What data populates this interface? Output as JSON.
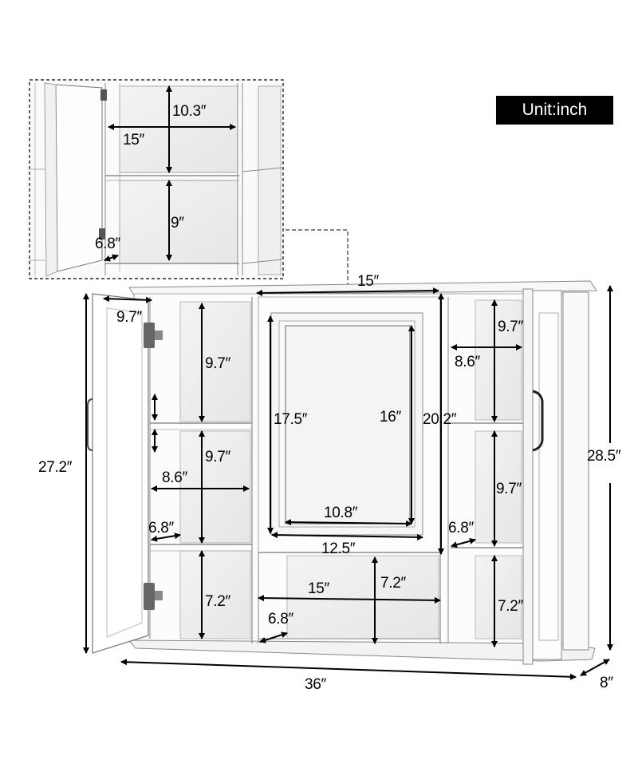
{
  "unit_badge": {
    "label": "Unit:inch"
  },
  "inset": {
    "labels": {
      "height_top": "10.3″",
      "width": "15″",
      "height_bottom": "9″",
      "depth": "6.8″"
    }
  },
  "cabinet": {
    "overall": {
      "width": "36″",
      "depth": "8″",
      "height_total": "28.5″",
      "height_body": "27.2″"
    },
    "left_section": {
      "door_width": "9.7″",
      "shelf_top_height": "9.7″",
      "shelf_mid_height": "9.7″",
      "shelf_width": "8.6″",
      "shelf_depth": "6.8″",
      "shelf_bottom_height": "7.2″"
    },
    "center_section": {
      "width_top": "15″",
      "mirror_outer_height": "17.5″",
      "mirror_inner_height": "16″",
      "mirror_inner_width": "10.8″",
      "mirror_outer_width": "12.5″",
      "section_height": "20.2″",
      "bottom_width": "15″",
      "bottom_height": "7.2″",
      "bottom_depth": "6.8″"
    },
    "right_section": {
      "shelf_top_height": "9.7″",
      "shelf_width": "8.6″",
      "shelf_mid_height": "9.7″",
      "shelf_depth": "6.8″",
      "shelf_bottom_height": "7.2″"
    }
  }
}
